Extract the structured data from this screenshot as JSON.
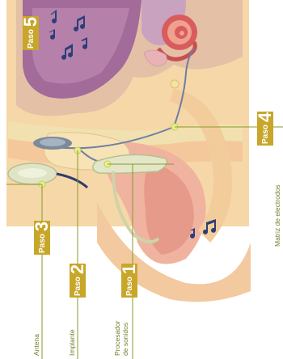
{
  "steps": [
    {
      "word": "Paso",
      "number": "5"
    },
    {
      "word": "Paso",
      "number": "4"
    },
    {
      "word": "Paso",
      "number": "3"
    },
    {
      "word": "Paso",
      "number": "2"
    },
    {
      "word": "Paso",
      "number": "1"
    }
  ],
  "labels": {
    "antena": "Antena",
    "implante": "Implante",
    "procesador_line1": "Procesador",
    "procesador_line2": "de sonidos",
    "matriz": "Matriz de electrodos"
  },
  "colors": {
    "badge": "#c8a62a",
    "leader": "#8a9a2a",
    "label_text": "#6f7f2a",
    "brain": "#a26b9a",
    "skin": "#f3c9a0",
    "muscle": "#e59a8a"
  }
}
